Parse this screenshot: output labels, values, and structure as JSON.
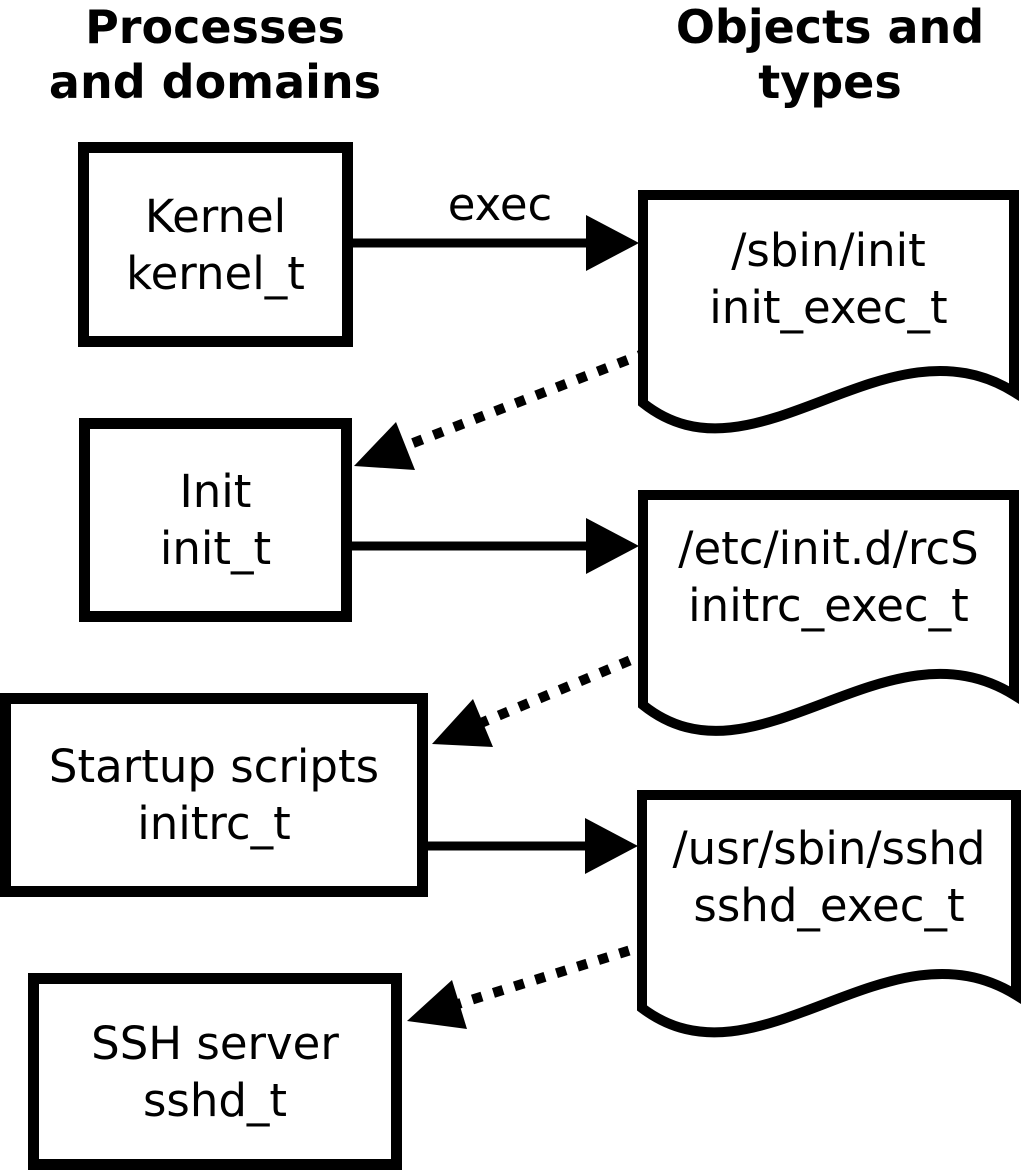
{
  "headers": {
    "left": {
      "line1": "Processes",
      "line2": "and domains"
    },
    "right": {
      "line1": "Objects and",
      "line2": "types"
    }
  },
  "processes": [
    {
      "name": "Kernel",
      "type": "kernel_t"
    },
    {
      "name": "Init",
      "type": "init_t"
    },
    {
      "name": "Startup scripts",
      "type": "initrc_t"
    },
    {
      "name": "SSH server",
      "type": "sshd_t"
    }
  ],
  "objects": [
    {
      "path": "/sbin/init",
      "type": "init_exec_t"
    },
    {
      "path": "/etc/init.d/rcS",
      "type": "initrc_exec_t"
    },
    {
      "path": "/usr/sbin/sshd",
      "type": "sshd_exec_t"
    }
  ],
  "labels": {
    "exec": "exec"
  },
  "colors": {
    "stroke": "#000000",
    "background": "#ffffff"
  }
}
